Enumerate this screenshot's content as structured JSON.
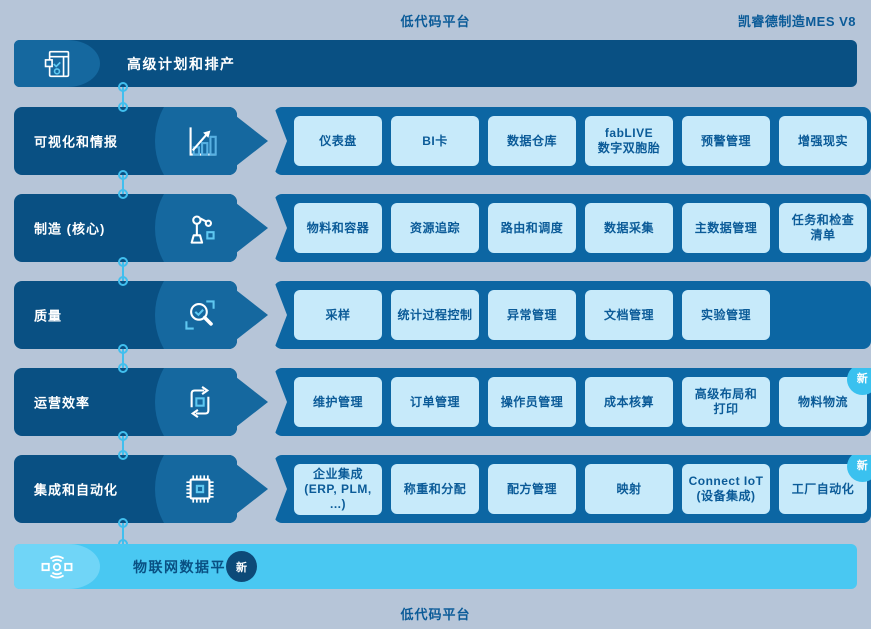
{
  "header": {
    "center_label": "低代码平台",
    "right_label": "凯睿德制造MES V8"
  },
  "footer": {
    "center_label": "低代码平台"
  },
  "top_banner": {
    "label": "高级计划和排产",
    "icon": "planning-window-icon"
  },
  "bottom_banner": {
    "label": "物联网数据平台",
    "badge": "新",
    "icon": "iot-signal-icon"
  },
  "rows": [
    {
      "label": "可视化和情报",
      "icon": "bar-chart-growth-icon",
      "items": [
        {
          "label": "仪表盘"
        },
        {
          "label": "BI卡"
        },
        {
          "label": "数据仓库"
        },
        {
          "label": "fabLIVE\n数字双胞胎"
        },
        {
          "label": "预警管理"
        },
        {
          "label": "增强现实"
        }
      ]
    },
    {
      "label": "制造 (核心)",
      "icon": "robot-arm-icon",
      "items": [
        {
          "label": "物料和容器"
        },
        {
          "label": "资源追踪"
        },
        {
          "label": "路由和调度"
        },
        {
          "label": "数据采集"
        },
        {
          "label": "主数据管理"
        },
        {
          "label": "任务和检查\n清单"
        }
      ]
    },
    {
      "label": "质量",
      "icon": "magnifier-check-icon",
      "items": [
        {
          "label": "采样"
        },
        {
          "label": "统计过程控制"
        },
        {
          "label": "异常管理"
        },
        {
          "label": "文档管理"
        },
        {
          "label": "实验管理"
        }
      ]
    },
    {
      "label": "运营效率",
      "icon": "cycle-loop-icon",
      "items": [
        {
          "label": "维护管理"
        },
        {
          "label": "订单管理"
        },
        {
          "label": "操作员管理"
        },
        {
          "label": "成本核算"
        },
        {
          "label": "高级布局和\n打印"
        },
        {
          "label": "物料物流",
          "badge": "新"
        }
      ]
    },
    {
      "label": "集成和自动化",
      "icon": "chip-icon",
      "items": [
        {
          "label": "企业集成\n(ERP, PLM, ...)"
        },
        {
          "label": "称重和分配"
        },
        {
          "label": "配方管理"
        },
        {
          "label": "映射"
        },
        {
          "label": "Connect IoT\n(设备集成)"
        },
        {
          "label": "工厂自动化",
          "badge": "新"
        }
      ]
    }
  ],
  "colors": {
    "page_bg": "#b6c5d8",
    "text_ink": "#0b5b98",
    "navy": "#095083",
    "medium_blue": "#15689f",
    "container_blue": "#0c66a3",
    "card_blue": "#c7eafa",
    "cyan": "#49c8f2",
    "cyan_light": "#70d5f7",
    "badge_cyan": "#3ac1ef",
    "badge_navy": "#0d4a78",
    "connector_cyan": "#41bfee"
  }
}
